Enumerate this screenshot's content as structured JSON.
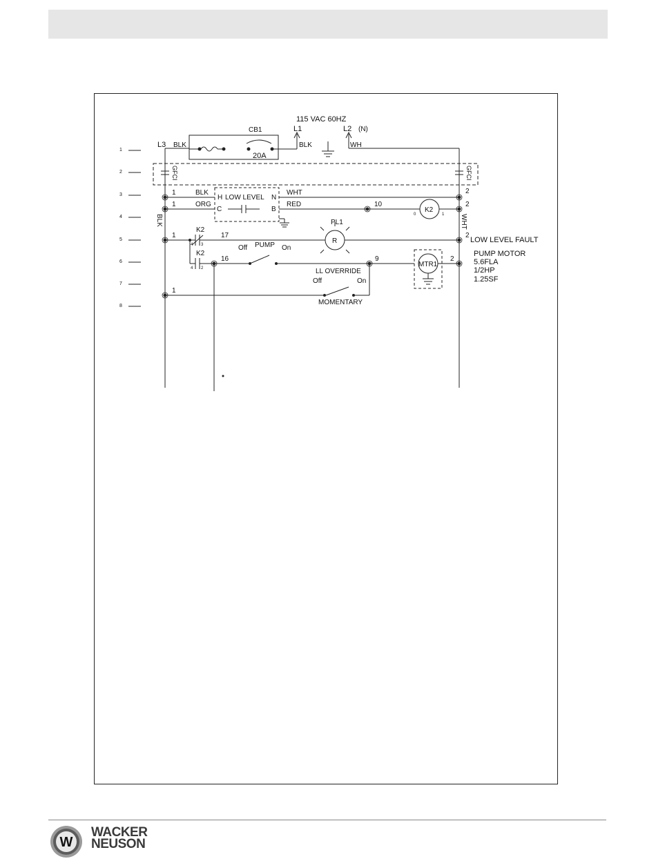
{
  "header": {},
  "diagram": {
    "supply": "115 VAC 60HZ",
    "l1": "L1",
    "l2": "L2",
    "l2_n": "(N)",
    "l3": "L3",
    "blk": "BLK",
    "wh": "WH",
    "wht": "WHT",
    "cb1": "CB1",
    "cb1_rating": "20A",
    "gfci": "GFCI",
    "rung_numbers": [
      "1",
      "2",
      "3",
      "4",
      "5",
      "6",
      "7",
      "8"
    ],
    "wire_1": "1",
    "wire_2": "2",
    "wire_10": "10",
    "wire_17": "17",
    "wire_16": "16",
    "wire_9": "9",
    "org": "ORG",
    "red": "RED",
    "low_level": "LOW LEVEL",
    "ll_h": "H",
    "ll_n": "N",
    "ll_c": "C",
    "ll_b": "B",
    "k2": "K2",
    "k2_pin_0": "0",
    "k2_pin_1": "1",
    "k2_pin_4": "4",
    "k2_pin_3": "3",
    "k2_pin_2": "2",
    "pl1": "PL1",
    "lamp_r": "R",
    "low_level_fault": "LOW LEVEL FAULT",
    "pump": "PUMP",
    "off": "Off",
    "on": "On",
    "ll_override": "LL OVERRIDE",
    "momentary": "MOMENTARY",
    "mtr1": "MTR1",
    "pump_motor": "PUMP MOTOR",
    "motor_fla": "5.6FLA",
    "motor_hp": "1/2HP",
    "motor_sf": "1.25SF"
  },
  "footer": {
    "brand_line1": "WACKER",
    "brand_line2": "NEUSON",
    "logo_letter": "W"
  }
}
